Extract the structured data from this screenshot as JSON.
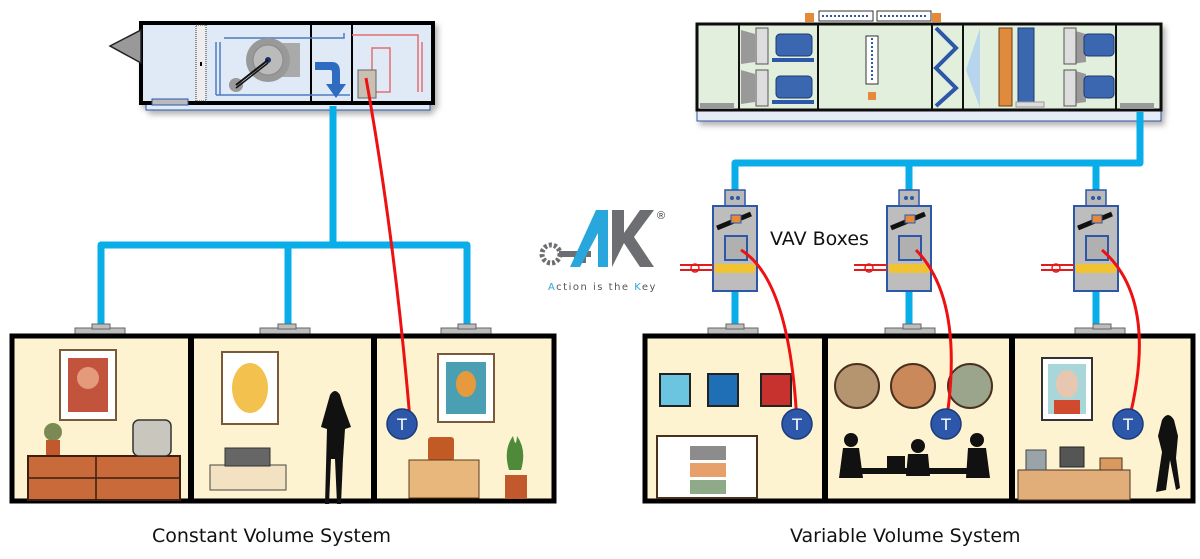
{
  "captions": {
    "left": "Constant Volume System",
    "right": "Variable Volume System",
    "vav": "VAV Boxes"
  },
  "logo": {
    "letters": "AK",
    "registered": "®",
    "tagline_parts": [
      "A",
      "ction is the ",
      "K",
      "ey"
    ],
    "icon": "gear-key-icon"
  },
  "thermostat": {
    "label": "T"
  },
  "colors": {
    "duct": "#09aee8",
    "wire": "#ee1111",
    "room_wall": "#fdf3d0",
    "thermostat": "#2d57a8",
    "ahu_left_fill": "#dfeaf6",
    "ahu_right_fill": "#e2efdc",
    "logo_blue": "#29a6dc",
    "logo_gray": "#6d6e71"
  },
  "systems": [
    {
      "name": "constant-volume",
      "rooms": [
        {
          "name": "room-1",
          "items": [
            "portrait-art",
            "plant-pot",
            "crt-monitor",
            "dresser"
          ]
        },
        {
          "name": "room-2",
          "items": [
            "face-art",
            "computer-desk",
            "woman-silhouette"
          ]
        },
        {
          "name": "room-3",
          "items": [
            "woman-portrait-art",
            "desk-chair",
            "plant-pot"
          ],
          "thermostat": true
        }
      ]
    },
    {
      "name": "variable-volume",
      "rooms": [
        {
          "name": "room-1",
          "items": [
            "pop-art-1",
            "pop-art-2",
            "pop-art-3",
            "shelving"
          ],
          "thermostat": true
        },
        {
          "name": "room-2",
          "items": [
            "round-landscape-1",
            "round-landscape-2",
            "round-landscape-3",
            "meeting-silhouettes"
          ],
          "thermostat": true
        },
        {
          "name": "room-3",
          "items": [
            "man-portrait-art",
            "office-desk",
            "woman-silhouette"
          ],
          "thermostat": true
        }
      ]
    }
  ]
}
